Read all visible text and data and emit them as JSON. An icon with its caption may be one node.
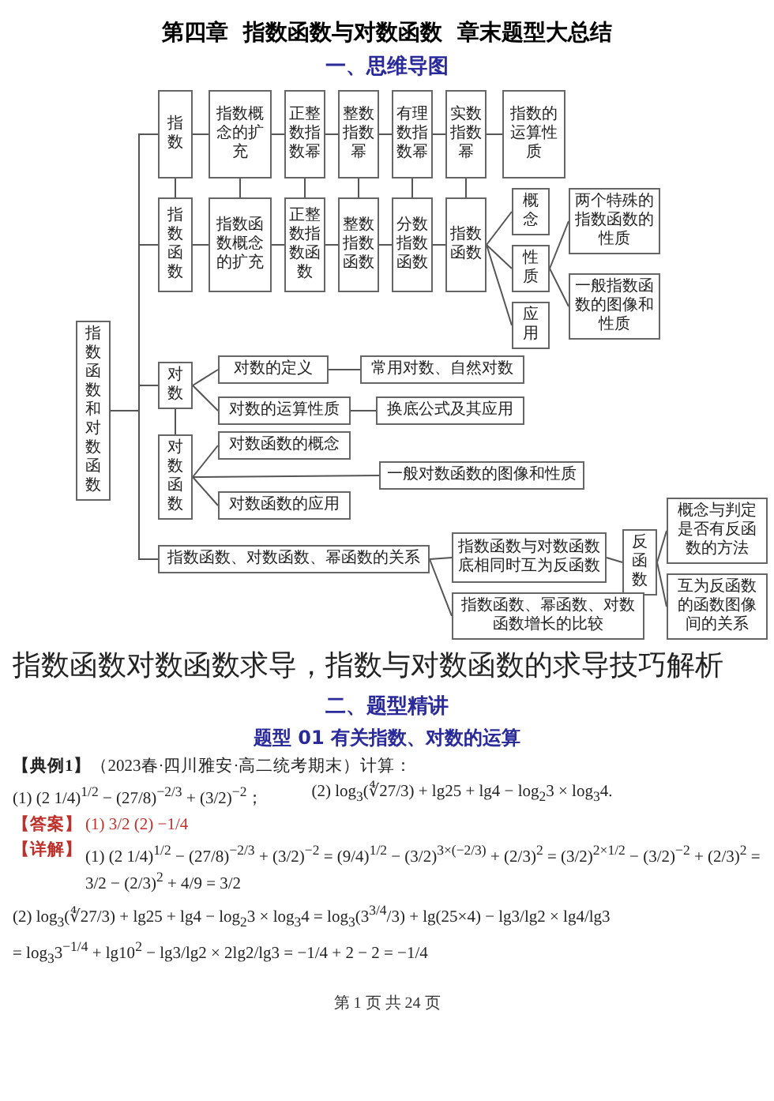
{
  "diagram": {
    "nodes": [
      {
        "text": [
          "指数函数和对数函数"
        ]
      },
      {
        "text": [
          "指数"
        ]
      },
      {
        "text": [
          "指数概念的扩充"
        ]
      },
      {
        "text": [
          "正整数指数幂"
        ]
      },
      {
        "text": [
          "整数指数幂"
        ]
      },
      {
        "text": [
          "有理数指数幂"
        ]
      },
      {
        "text": [
          "实数指数幂"
        ]
      },
      {
        "text": [
          "指数的运算性质"
        ]
      },
      {
        "text": [
          "指数函数"
        ]
      },
      {
        "text": [
          "指数函数概念的扩充"
        ]
      },
      {
        "text": [
          "正整数指数函数"
        ]
      },
      {
        "text": [
          "整数指数函数"
        ]
      },
      {
        "text": [
          "分数指数函数"
        ]
      },
      {
        "text": [
          "指数函数"
        ]
      },
      {
        "text": [
          "概念"
        ]
      },
      {
        "text": [
          "性质"
        ]
      },
      {
        "text": [
          "应用"
        ]
      },
      {
        "text": [
          "两个特殊的指数函数的性质"
        ]
      },
      {
        "text": [
          "一般指数函数的图像和性质"
        ]
      },
      {
        "text": [
          "对数"
        ]
      },
      {
        "text": [
          "对数的定义"
        ]
      },
      {
        "text": [
          "常用对数、自然对数"
        ]
      },
      {
        "text": [
          "对数的运算性质"
        ]
      },
      {
        "text": [
          "换底公式及其应用"
        ]
      },
      {
        "text": [
          "对数函数"
        ]
      },
      {
        "text": [
          "对数函数的概念"
        ]
      },
      {
        "text": [
          "对数函数的应用"
        ]
      },
      {
        "text": [
          "一般对数函数的图像和性质"
        ]
      },
      {
        "text": [
          "指数函数、对数函数、幂函数的关系"
        ]
      },
      {
        "text": [
          "指数函数与对数函数底相同时互为反函数"
        ]
      },
      {
        "text": [
          "反函数"
        ]
      },
      {
        "text": [
          "概念与判定是否有反函数的方法"
        ]
      },
      {
        "text": [
          "互为反函数的函数图像间的关系"
        ]
      },
      {
        "text": [
          "指数函数、幂函数、对数函数增长的比较"
        ]
      }
    ],
    "edges": [
      {
        "from": 0,
        "to": 1,
        "arrow": "none"
      },
      {
        "from": 0,
        "to": 8,
        "arrow": "none"
      },
      {
        "from": 0,
        "to": 19,
        "arrow": "none"
      },
      {
        "from": 0,
        "to": 28,
        "arrow": "none"
      },
      {
        "from": 1,
        "to": 2,
        "arrow": "none"
      },
      {
        "from": 2,
        "to": 3,
        "arrow": "none"
      },
      {
        "from": 3,
        "to": 4,
        "arrow": "none"
      },
      {
        "from": 4,
        "to": 5,
        "arrow": "none"
      },
      {
        "from": 5,
        "to": 6,
        "arrow": "none"
      },
      {
        "from": 6,
        "to": 7,
        "arrow": "none"
      },
      {
        "from": 1,
        "to": 8,
        "arrow": "none"
      },
      {
        "from": 2,
        "to": 9,
        "arrow": "none"
      },
      {
        "from": 3,
        "to": 10,
        "arrow": "none"
      },
      {
        "from": 4,
        "to": 11,
        "arrow": "none"
      },
      {
        "from": 5,
        "to": 12,
        "arrow": "none"
      },
      {
        "from": 6,
        "to": 13,
        "arrow": "none"
      },
      {
        "from": 8,
        "to": 9,
        "arrow": "none"
      },
      {
        "from": 9,
        "to": 10,
        "arrow": "none"
      },
      {
        "from": 10,
        "to": 11,
        "arrow": "none"
      },
      {
        "from": 11,
        "to": 12,
        "arrow": "none"
      },
      {
        "from": 12,
        "to": 13,
        "arrow": "none"
      },
      {
        "from": 13,
        "to": 14,
        "arrow": "none"
      },
      {
        "from": 13,
        "to": 15,
        "arrow": "none"
      },
      {
        "from": 13,
        "to": 16,
        "arrow": "none"
      },
      {
        "from": 15,
        "to": 17,
        "arrow": "none"
      },
      {
        "from": 15,
        "to": 18,
        "arrow": "none"
      },
      {
        "from": 19,
        "to": 20,
        "arrow": "none"
      },
      {
        "from": 20,
        "to": 21,
        "arrow": "none"
      },
      {
        "from": 19,
        "to": 22,
        "arrow": "none"
      },
      {
        "from": 22,
        "to": 23,
        "arrow": "none"
      },
      {
        "from": 19,
        "to": 24,
        "arrow": "none"
      },
      {
        "from": 24,
        "to": 25,
        "arrow": "none"
      },
      {
        "from": 24,
        "to": 26,
        "arrow": "none"
      },
      {
        "from": 24,
        "to": 27,
        "arrow": "none"
      },
      {
        "from": 28,
        "to": 29,
        "arrow": "none"
      },
      {
        "from": 29,
        "to": 30,
        "arrow": "none"
      },
      {
        "from": 30,
        "to": 31,
        "arrow": "none"
      },
      {
        "from": 30,
        "to": 32,
        "arrow": "none"
      },
      {
        "from": 28,
        "to": 33,
        "arrow": "none"
      }
    ],
    "labels": [
      "第四章  指数函数与对数函数  章末题型大总结",
      "一、思维导图",
      "指数函数对数函数求导，指数与对数函数的求导技巧解析",
      "二、题型精讲",
      "题型 01 有关指数、对数的运算",
      "**【典例1】**（2023春·四川雅安·高二统考期末）计算：",
      "(1) (2 1/4)$^{1/2}$ − (27/8)$^{−2/3}$ + (3/2)$^{−2}$；",
      "(2) log$_{3}$(∜27/3) + lg25 + lg4 − log$_{2}$3 × log$_{3}$4.",
      "【答案】",
      "(1) 3/2 (2) −1/4",
      "【详解】",
      "(1) (2 1/4)$^{1/2}$ − (27/8)$^{−2/3}$ + (3/2)$^{−2}$ = (9/4)$^{1/2}$ − (3/2)$^{3×(−2/3)}$ + (2/3)$^{2}$ = (3/2)$^{2×1/2}$ − (3/2)$^{−2}$ + (2/3)$^{2}$ = 3/2 − (2/3)$^{2}$ + 4/9 = 3/2",
      "(2) log$_{3}$(∜27/3) + lg25 + lg4 − log$_{2}$3 × log$_{3}$4 = log$_{3}$(3$^{3/4}$/3) + lg(25×4) − lg3/lg2 × lg4/lg3",
      "= log$_{3}$3$^{−1/4}$ + lg10$^{2}$ − lg3/lg2 × 2lg2/lg3 = −1/4 + 2 − 2 = −1/4",
      "第 1 页 共 24 页"
    ]
  }
}
